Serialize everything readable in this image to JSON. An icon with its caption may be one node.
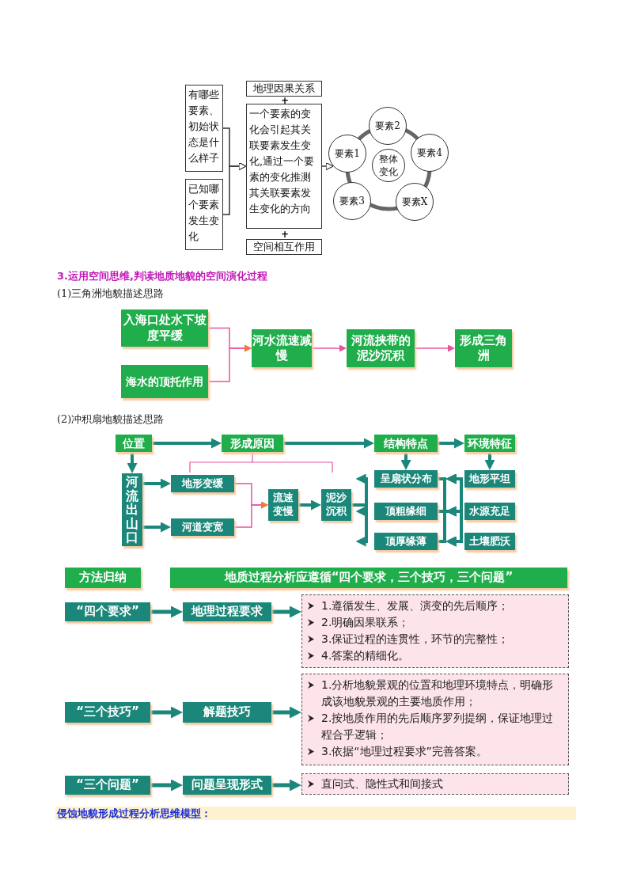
{
  "diagram": {
    "nodes": [
      {
        "text": [
          "有哪些要素、初始状态是什么样子"
        ]
      },
      {
        "text": [
          "已知哪个要素发生变化"
        ]
      },
      {
        "text": [
          "地理因果关系"
        ]
      },
      {
        "text": [
          "一个要素的变化会引起其关联要素发生变化,通过一个要素的变化推测其关联要素发生变化的方向"
        ]
      },
      {
        "text": [
          "空间相互作用"
        ]
      },
      {
        "text": [
          "要素2"
        ]
      },
      {
        "text": [
          "要素1"
        ]
      },
      {
        "text": [
          "整体变化"
        ]
      },
      {
        "text": [
          "要素4"
        ]
      },
      {
        "text": [
          "要素3"
        ]
      },
      {
        "text": [
          "要素X"
        ]
      },
      {
        "text": [
          "入海口处水下坡度平缓"
        ]
      },
      {
        "text": [
          "海水的顶托作用"
        ]
      },
      {
        "text": [
          "河水流速减慢"
        ]
      },
      {
        "text": [
          "河流挟带的泥沙沉积"
        ]
      },
      {
        "text": [
          "形成三角洲"
        ]
      },
      {
        "text": [
          "位置"
        ]
      },
      {
        "text": [
          "形成原因"
        ]
      },
      {
        "text": [
          "结构特点"
        ]
      },
      {
        "text": [
          "环境特征"
        ]
      },
      {
        "text": [
          "河流出山口"
        ]
      },
      {
        "text": [
          "地形变缓"
        ]
      },
      {
        "text": [
          "河道变宽"
        ]
      },
      {
        "text": [
          "流速变慢"
        ]
      },
      {
        "text": [
          "泥沙沉积"
        ]
      },
      {
        "text": [
          "呈扇状分布"
        ]
      },
      {
        "text": [
          "顶粗缘细"
        ]
      },
      {
        "text": [
          "顶厚缘薄"
        ]
      },
      {
        "text": [
          "地形平坦"
        ]
      },
      {
        "text": [
          "水源充足"
        ]
      },
      {
        "text": [
          "土壤肥沃"
        ]
      },
      {
        "text": [
          "方法归纳"
        ]
      },
      {
        "text": [
          "地质过程分析应遵循“四个要求，三个技巧，三个问题”"
        ]
      },
      {
        "text": [
          "“四个要求”"
        ]
      },
      {
        "text": [
          "地理过程要求"
        ]
      },
      {
        "text": [
          "1.遵循发生、发展、演变的先后顺序；",
          "2.明确因果联系；",
          "3.保证过程的连贯性，环节的完整性；",
          "4.答案的精细化。"
        ]
      },
      {
        "text": [
          "“三个技巧”"
        ]
      },
      {
        "text": [
          "解题技巧"
        ]
      },
      {
        "text": [
          "1.分析地貌景观的位置和地理环境特点，明确形成该地貌景观的主要地质作用；",
          "2.按地质作用的先后顺序罗列提纲，保证地理过程合乎逻辑；",
          "3.依据“地理过程要求”完善答案。"
        ]
      },
      {
        "text": [
          "“三个问题”"
        ]
      },
      {
        "text": [
          "问题呈现形式"
        ]
      },
      {
        "text": [
          "直问式、隐性式和间接式"
        ]
      }
    ],
    "edges": [
      {
        "from": 0,
        "to": 3,
        "arrow": "to",
        "color": "#333333"
      },
      {
        "from": 1,
        "to": 3,
        "arrow": "to",
        "color": "#333333"
      },
      {
        "from": 3,
        "to": 6,
        "arrow": "to",
        "color": "#333333"
      },
      {
        "from": 11,
        "to": 13,
        "arrow": "to",
        "color": "#e8559f"
      },
      {
        "from": 12,
        "to": 13,
        "arrow": "to",
        "color": "#e8559f"
      },
      {
        "from": 13,
        "to": 14,
        "arrow": "to",
        "color": "#e8559f"
      },
      {
        "from": 14,
        "to": 15,
        "arrow": "to",
        "color": "#e8559f"
      },
      {
        "from": 16,
        "to": 17,
        "arrow": "to"
      },
      {
        "from": 17,
        "to": 18,
        "arrow": "to"
      },
      {
        "from": 18,
        "to": 19,
        "arrow": "to"
      },
      {
        "from": 16,
        "to": 20,
        "arrow": "to"
      },
      {
        "from": 20,
        "to": 21,
        "arrow": "to"
      },
      {
        "from": 20,
        "to": 22,
        "arrow": "to"
      },
      {
        "from": 21,
        "to": 23,
        "arrow": "to",
        "color": "#e8559f"
      },
      {
        "from": 22,
        "to": 23,
        "arrow": "to",
        "color": "#e8559f"
      },
      {
        "from": 23,
        "to": 24,
        "arrow": "to"
      },
      {
        "from": 24,
        "to": 25,
        "arrow": "to"
      },
      {
        "from": 24,
        "to": 26,
        "arrow": "to"
      },
      {
        "from": 24,
        "to": 27,
        "arrow": "to"
      },
      {
        "from": 18,
        "to": 25,
        "arrow": "to"
      },
      {
        "from": 19,
        "to": 28,
        "arrow": "to"
      },
      {
        "from": 25,
        "to": 28,
        "arrow": "to"
      },
      {
        "from": 25,
        "to": 29,
        "arrow": "to"
      },
      {
        "from": 25,
        "to": 30,
        "arrow": "to"
      },
      {
        "from": 26,
        "to": 28,
        "arrow": "to"
      },
      {
        "from": 26,
        "to": 29,
        "arrow": "to"
      },
      {
        "from": 26,
        "to": 30,
        "arrow": "to"
      },
      {
        "from": 27,
        "to": 28,
        "arrow": "to"
      },
      {
        "from": 27,
        "to": 29,
        "arrow": "to"
      },
      {
        "from": 27,
        "to": 30,
        "arrow": "to"
      },
      {
        "from": 33,
        "to": 34,
        "arrow": "to"
      },
      {
        "from": 34,
        "to": 35,
        "arrow": "to"
      },
      {
        "from": 36,
        "to": 37,
        "arrow": "to"
      },
      {
        "from": 37,
        "to": 38,
        "arrow": "to"
      },
      {
        "from": 39,
        "to": 40,
        "arrow": "to"
      },
      {
        "from": 40,
        "to": 41,
        "arrow": "to"
      }
    ],
    "labels": [
      "+",
      "+",
      "3.运用空间思维,判读地质地貌的空间演化过程",
      "(1)三角洲地貌描述思路",
      "(2)冲积扇地貌描述思路",
      "侵蚀地貌形成过程分析思维模型："
    ]
  }
}
